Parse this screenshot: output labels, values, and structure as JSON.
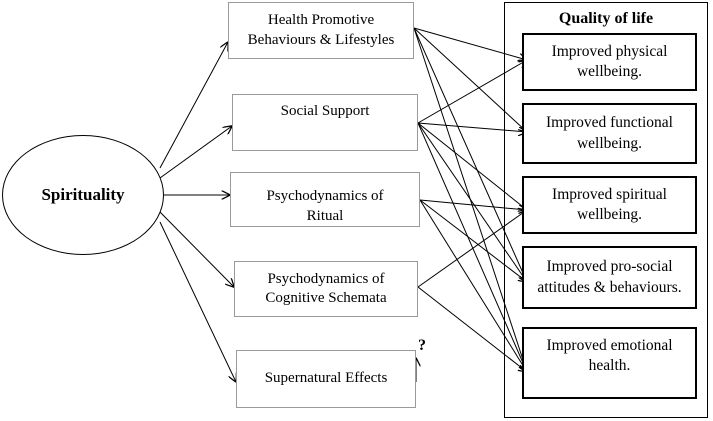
{
  "source": {
    "label": "Spirituality"
  },
  "mediators": [
    {
      "id": "health",
      "label": "Health Promotive\nBehaviours & Lifestyles"
    },
    {
      "id": "social",
      "label": "Social Support"
    },
    {
      "id": "ritual",
      "label": "Psychodynamics of\nRitual"
    },
    {
      "id": "schemata",
      "label": "Psychodynamics of\nCognitive Schemata"
    },
    {
      "id": "supernatural",
      "label": "Supernatural Effects"
    }
  ],
  "group": {
    "title": "Quality of life"
  },
  "outcomes": [
    {
      "id": "physical",
      "label": "Improved physical\nwellbeing."
    },
    {
      "id": "functional",
      "label": "Improved functional\nwellbeing."
    },
    {
      "id": "spiritual",
      "label": "Improved spiritual\nwellbeing."
    },
    {
      "id": "prosocial",
      "label": "Improved pro-social\nattitudes & behaviours."
    },
    {
      "id": "emotional",
      "label": "Improved emotional\nhealth."
    }
  ],
  "unknown_effect": {
    "label": "?"
  },
  "edges": [
    [
      "source",
      "health"
    ],
    [
      "source",
      "social"
    ],
    [
      "source",
      "ritual"
    ],
    [
      "source",
      "schemata"
    ],
    [
      "source",
      "supernatural"
    ],
    [
      "health",
      "physical"
    ],
    [
      "health",
      "functional"
    ],
    [
      "health",
      "prosocial"
    ],
    [
      "health",
      "emotional"
    ],
    [
      "social",
      "physical"
    ],
    [
      "social",
      "functional"
    ],
    [
      "social",
      "spiritual"
    ],
    [
      "social",
      "prosocial"
    ],
    [
      "social",
      "emotional"
    ],
    [
      "ritual",
      "spiritual"
    ],
    [
      "ritual",
      "prosocial"
    ],
    [
      "ritual",
      "emotional"
    ],
    [
      "schemata",
      "spiritual"
    ],
    [
      "schemata",
      "emotional"
    ],
    [
      "supernatural",
      "unknown"
    ]
  ]
}
